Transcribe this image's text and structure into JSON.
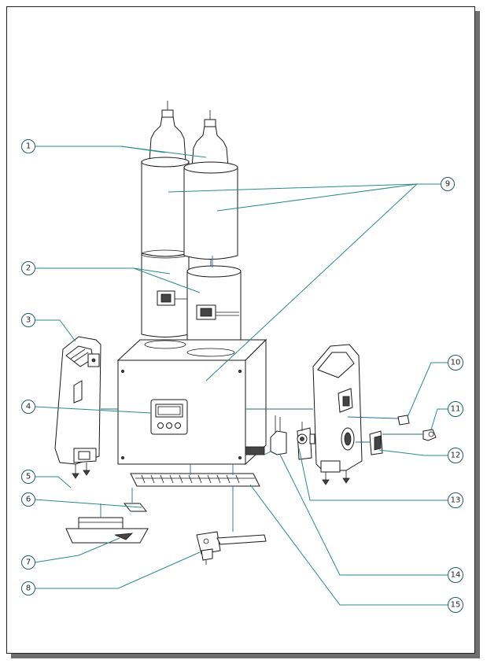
{
  "callouts": [
    {
      "id": "callout-1",
      "label": "1"
    },
    {
      "id": "callout-2",
      "label": "2"
    },
    {
      "id": "callout-3",
      "label": "3"
    },
    {
      "id": "callout-4",
      "label": "4"
    },
    {
      "id": "callout-5",
      "label": "5"
    },
    {
      "id": "callout-6",
      "label": "6"
    },
    {
      "id": "callout-7",
      "label": "7"
    },
    {
      "id": "callout-8",
      "label": "8"
    },
    {
      "id": "callout-9",
      "label": "9"
    },
    {
      "id": "callout-10",
      "label": "10"
    },
    {
      "id": "callout-11",
      "label": "11"
    },
    {
      "id": "callout-12",
      "label": "12"
    },
    {
      "id": "callout-13",
      "label": "13"
    },
    {
      "id": "callout-14",
      "label": "14"
    },
    {
      "id": "callout-15",
      "label": "15"
    }
  ],
  "colors": {
    "leader": "#2a8a8a",
    "outline": "#1a1a1a",
    "sheet_shadow": "#6f6f6f"
  }
}
